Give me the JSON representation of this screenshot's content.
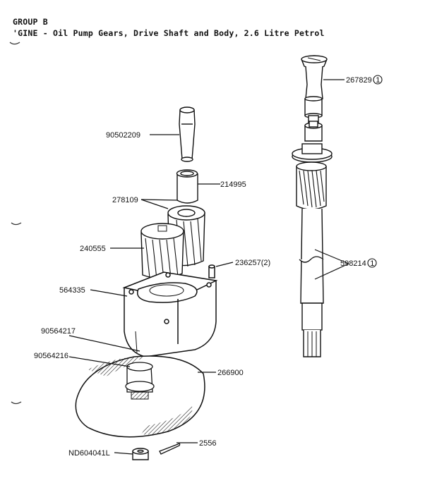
{
  "header": {
    "group": "GROUP B",
    "title": "'GINE - Oil Pump Gears, Drive Shaft and Body, 2.6 Litre Petrol"
  },
  "callouts": {
    "c267829": "267829",
    "c90502209": "90502209",
    "c214995": "214995",
    "c278109": "278109",
    "c240555": "240555",
    "c236257": "236257(2)",
    "c598214": "598214",
    "c564335": "564335",
    "c90564217": "90564217",
    "c90564216": "90564216",
    "c266900": "266900",
    "c2556": "2556",
    "cND604041L": "ND604041L"
  },
  "footnote_marker": "1"
}
